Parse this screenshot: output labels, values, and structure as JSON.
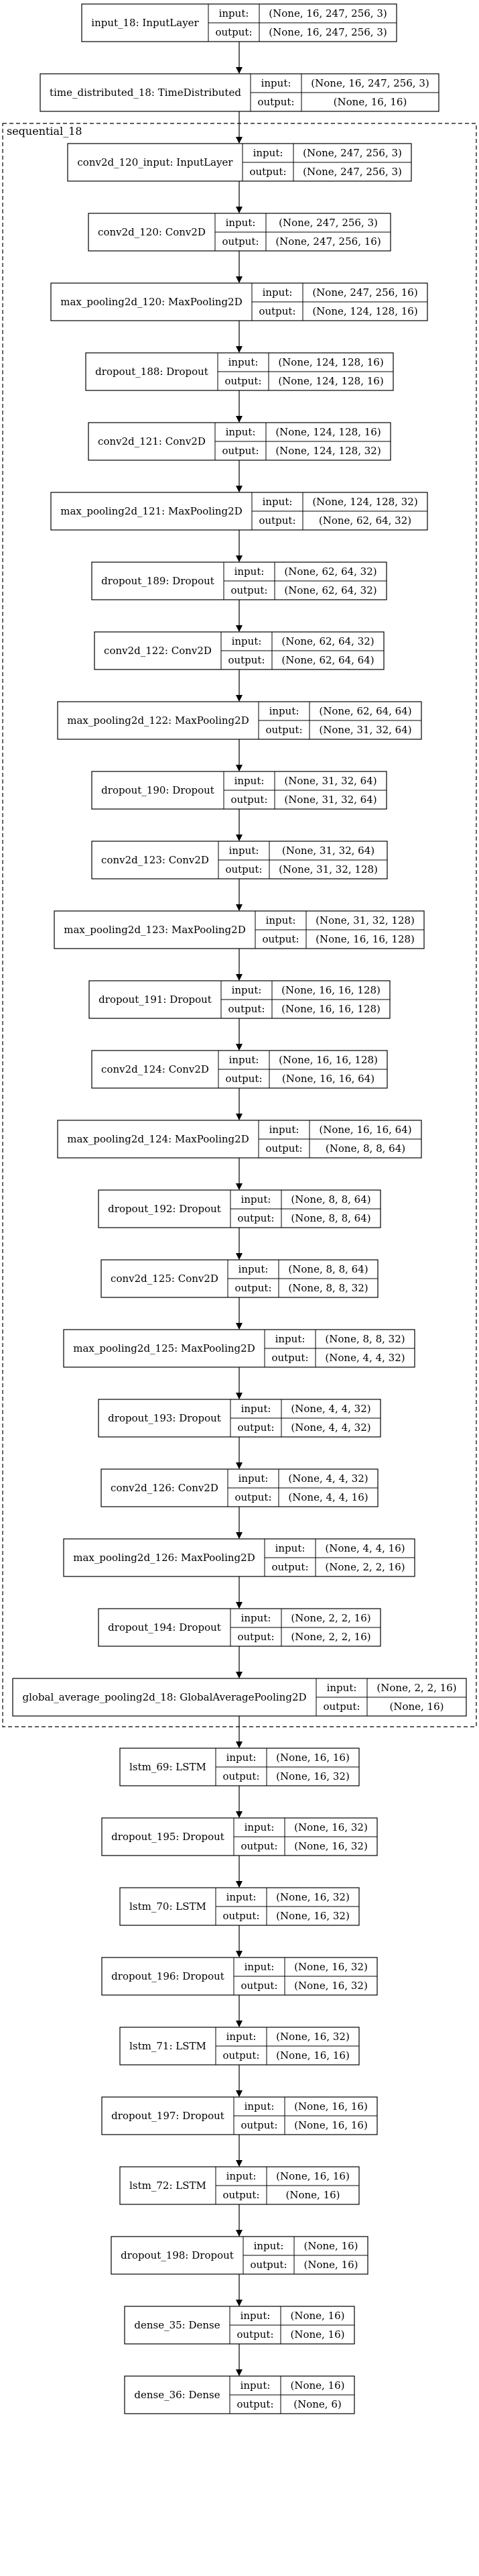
{
  "cluster": {
    "label": "sequential_18"
  },
  "io_labels": {
    "input": "input:",
    "output": "output:"
  },
  "nodes": [
    {
      "name": "input_18: InputLayer",
      "input": "(None, 16, 247, 256, 3)",
      "output": "(None, 16, 247, 256, 3)"
    },
    {
      "name": "time_distributed_18: TimeDistributed",
      "input": "(None, 16, 247, 256, 3)",
      "output": "(None, 16, 16)"
    },
    {
      "name": "conv2d_120_input: InputLayer",
      "input": "(None, 247, 256, 3)",
      "output": "(None, 247, 256, 3)"
    },
    {
      "name": "conv2d_120: Conv2D",
      "input": "(None, 247, 256, 3)",
      "output": "(None, 247, 256, 16)"
    },
    {
      "name": "max_pooling2d_120: MaxPooling2D",
      "input": "(None, 247, 256, 16)",
      "output": "(None, 124, 128, 16)"
    },
    {
      "name": "dropout_188: Dropout",
      "input": "(None, 124, 128, 16)",
      "output": "(None, 124, 128, 16)"
    },
    {
      "name": "conv2d_121: Conv2D",
      "input": "(None, 124, 128, 16)",
      "output": "(None, 124, 128, 32)"
    },
    {
      "name": "max_pooling2d_121: MaxPooling2D",
      "input": "(None, 124, 128, 32)",
      "output": "(None, 62, 64, 32)"
    },
    {
      "name": "dropout_189: Dropout",
      "input": "(None, 62, 64, 32)",
      "output": "(None, 62, 64, 32)"
    },
    {
      "name": "conv2d_122: Conv2D",
      "input": "(None, 62, 64, 32)",
      "output": "(None, 62, 64, 64)"
    },
    {
      "name": "max_pooling2d_122: MaxPooling2D",
      "input": "(None, 62, 64, 64)",
      "output": "(None, 31, 32, 64)"
    },
    {
      "name": "dropout_190: Dropout",
      "input": "(None, 31, 32, 64)",
      "output": "(None, 31, 32, 64)"
    },
    {
      "name": "conv2d_123: Conv2D",
      "input": "(None, 31, 32, 64)",
      "output": "(None, 31, 32, 128)"
    },
    {
      "name": "max_pooling2d_123: MaxPooling2D",
      "input": "(None, 31, 32, 128)",
      "output": "(None, 16, 16, 128)"
    },
    {
      "name": "dropout_191: Dropout",
      "input": "(None, 16, 16, 128)",
      "output": "(None, 16, 16, 128)"
    },
    {
      "name": "conv2d_124: Conv2D",
      "input": "(None, 16, 16, 128)",
      "output": "(None, 16, 16, 64)"
    },
    {
      "name": "max_pooling2d_124: MaxPooling2D",
      "input": "(None, 16, 16, 64)",
      "output": "(None, 8, 8, 64)"
    },
    {
      "name": "dropout_192: Dropout",
      "input": "(None, 8, 8, 64)",
      "output": "(None, 8, 8, 64)"
    },
    {
      "name": "conv2d_125: Conv2D",
      "input": "(None, 8, 8, 64)",
      "output": "(None, 8, 8, 32)"
    },
    {
      "name": "max_pooling2d_125: MaxPooling2D",
      "input": "(None, 8, 8, 32)",
      "output": "(None, 4, 4, 32)"
    },
    {
      "name": "dropout_193: Dropout",
      "input": "(None, 4, 4, 32)",
      "output": "(None, 4, 4, 32)"
    },
    {
      "name": "conv2d_126: Conv2D",
      "input": "(None, 4, 4, 32)",
      "output": "(None, 4, 4, 16)"
    },
    {
      "name": "max_pooling2d_126: MaxPooling2D",
      "input": "(None, 4, 4, 16)",
      "output": "(None, 2, 2, 16)"
    },
    {
      "name": "dropout_194: Dropout",
      "input": "(None, 2, 2, 16)",
      "output": "(None, 2, 2, 16)"
    },
    {
      "name": "global_average_pooling2d_18: GlobalAveragePooling2D",
      "input": "(None, 2, 2, 16)",
      "output": "(None, 16)"
    },
    {
      "name": "lstm_69: LSTM",
      "input": "(None, 16, 16)",
      "output": "(None, 16, 32)"
    },
    {
      "name": "dropout_195: Dropout",
      "input": "(None, 16, 32)",
      "output": "(None, 16, 32)"
    },
    {
      "name": "lstm_70: LSTM",
      "input": "(None, 16, 32)",
      "output": "(None, 16, 32)"
    },
    {
      "name": "dropout_196: Dropout",
      "input": "(None, 16, 32)",
      "output": "(None, 16, 32)"
    },
    {
      "name": "lstm_71: LSTM",
      "input": "(None, 16, 32)",
      "output": "(None, 16, 16)"
    },
    {
      "name": "dropout_197: Dropout",
      "input": "(None, 16, 16)",
      "output": "(None, 16, 16)"
    },
    {
      "name": "lstm_72: LSTM",
      "input": "(None, 16, 16)",
      "output": "(None, 16)"
    },
    {
      "name": "dropout_198: Dropout",
      "input": "(None, 16)",
      "output": "(None, 16)"
    },
    {
      "name": "dense_35: Dense",
      "input": "(None, 16)",
      "output": "(None, 16)"
    },
    {
      "name": "dense_36: Dense",
      "input": "(None, 16)",
      "output": "(None, 6)"
    }
  ]
}
